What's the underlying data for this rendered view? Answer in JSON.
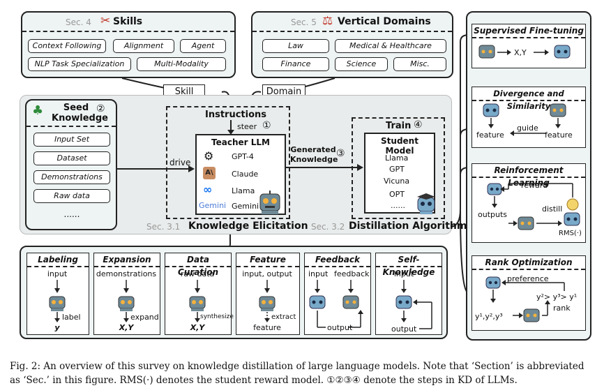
{
  "skills": {
    "sec": "Sec. 4",
    "title": "Skills",
    "items": [
      "Context Following",
      "Alignment",
      "Agent",
      "NLP Task Specialization",
      "Multi-Modality"
    ]
  },
  "domains": {
    "sec": "Sec. 5",
    "title": "Vertical Domains",
    "items": [
      "Law",
      "Medical & Healthcare",
      "Finance",
      "Science",
      "Misc."
    ]
  },
  "connectors": {
    "skill": "Skill",
    "domain": "Domain"
  },
  "seed": {
    "title": "Seed Knowledge",
    "num": "②",
    "items": [
      "Input Set",
      "Dataset",
      "Demonstrations",
      "Raw data",
      "......"
    ]
  },
  "elicitation": {
    "instructions": "Instructions",
    "steer": "steer",
    "steer_num": "①",
    "drive": "drive",
    "teacher_title": "Teacher LLM",
    "teachers": [
      "GPT-4",
      "Claude",
      "Llama",
      "Gemini"
    ],
    "gemini_logo": "Gemini",
    "generated": "Generated Knowledge",
    "generated_num": "③",
    "sec": "Sec. 3.1",
    "label": "Knowledge Elicitation"
  },
  "distillation": {
    "train": "Train",
    "train_num": "④",
    "student_title": "Student Model",
    "students": [
      "Llama",
      "GPT",
      "Vicuna",
      "OPT",
      "......"
    ],
    "sec": "Sec. 3.2",
    "label": "Distillation Algorithm"
  },
  "methods": [
    {
      "title": "Labeling",
      "top": "input",
      "side": "label",
      "bottom": "y"
    },
    {
      "title": "Expansion",
      "top": "demonstrations",
      "side": "expand",
      "bottom": "X,Y"
    },
    {
      "title": "Data Curation",
      "top": "raw data",
      "side": "synthesize",
      "bottom": "X,Y"
    },
    {
      "title": "Feature",
      "top": "input, output",
      "side": "extract",
      "bottom": "feature"
    },
    {
      "title": "Feedback",
      "top_left": "input",
      "top_right": "feedback",
      "bottom": "output"
    },
    {
      "title": "Self-Knowledge",
      "top": "input",
      "bottom": "output"
    }
  ],
  "algorithms": {
    "sft": {
      "title": "Supervised Fine-tuning",
      "label": "X,Y"
    },
    "div": {
      "title": "Divergence and Similarity",
      "guide": "guide",
      "feature_left": "feature",
      "feature_right": "feature"
    },
    "rl": {
      "title": "Reinforcement Learning",
      "reward": "reward",
      "outputs": "outputs",
      "distill": "distill",
      "rm": "RMS(·)"
    },
    "rank": {
      "title": "Rank Optimization",
      "preference": "preference",
      "order": "y²> y³> y¹",
      "rank": "rank",
      "ys": "y¹,y²,y³"
    }
  },
  "caption": {
    "line1": "Fig. 2: An overview of this survey on knowledge distillation of large language models. Note that ‘Section’ is abbreviated",
    "line2": "as ‘Sec.’ in this figure. RMS(·) denotes the student reward model. ①②③④ denote the steps in KD of LLMs."
  },
  "colors": {
    "panel_bg": "#eef3f3",
    "gray_bg": "#e9ecec",
    "robot_teacher": "#6f8a96",
    "robot_student": "#79a9c8",
    "accent_orange": "#f0a030"
  }
}
